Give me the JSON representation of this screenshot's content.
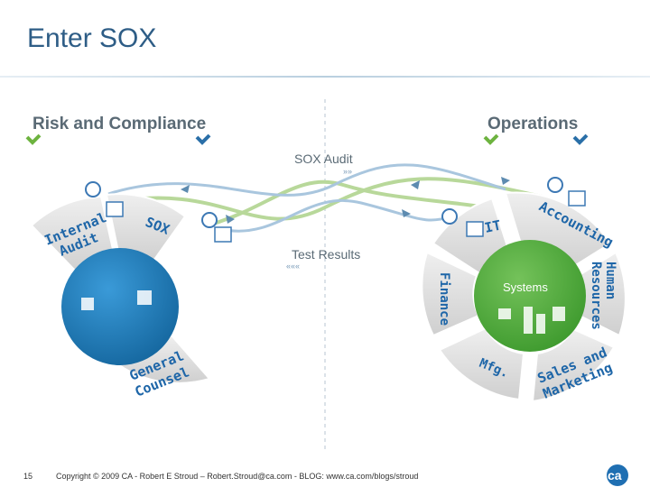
{
  "title": "Enter SOX",
  "left_header": "Risk and Compliance",
  "right_header": "Operations",
  "sox_audit": "SOX Audit",
  "test_results": "Test Results",
  "left_segments": {
    "internal_audit_1": "Internal",
    "internal_audit_2": "Audit",
    "sox": "SOX",
    "general_counsel_1": "General",
    "general_counsel_2": "Counsel"
  },
  "right_segments": {
    "it": "IT",
    "accounting": "Accounting",
    "human_resources_1": "Human",
    "human_resources_2": "Resources",
    "finance": "Finance",
    "mfg": "Mfg.",
    "sales_marketing_1": "Sales and",
    "sales_marketing_2": "Marketing",
    "systems": "Systems"
  },
  "footer": {
    "page_number": "15",
    "copyright": "Copyright © 2009 CA - Robert E Stroud – Robert.Stroud@ca.com - BLOG: www.ca.com/blogs/stroud"
  },
  "logo_text": "ca",
  "colors": {
    "title": "#2e5d86",
    "header_text": "#5a6a75",
    "check_green": "#6db33f",
    "check_blue": "#2a6fa8",
    "segment_gray": "#dcdcdc",
    "blue_circle": "#1d7fc1",
    "green_circle": "#5bb044",
    "sox_audit_arrow": "#b8d89a",
    "test_results_arrow": "#a9c6de",
    "logo": "#1f6fb2"
  }
}
